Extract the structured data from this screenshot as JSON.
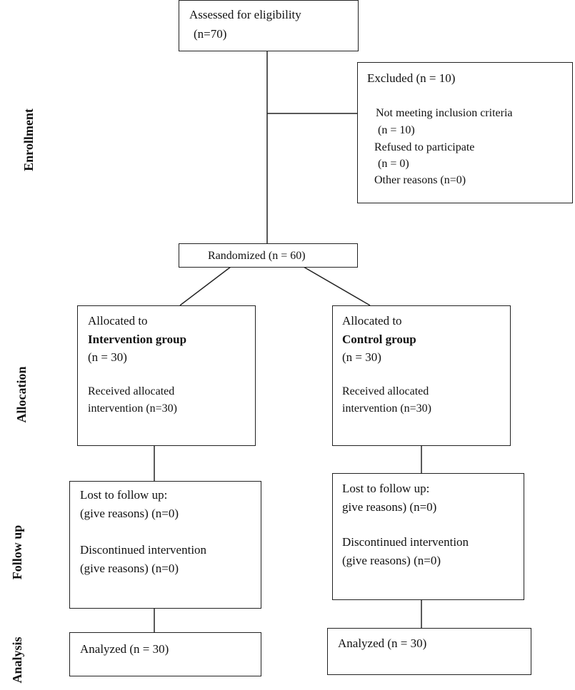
{
  "stages": {
    "enrollment": "Enrollment",
    "allocation": "Allocation",
    "follow_up": "Follow up",
    "analysis": "Analysis"
  },
  "assessed": {
    "line1": "Assessed for eligibility",
    "line2": "(n=70)"
  },
  "excluded": {
    "title": "Excluded (n = 10)",
    "reasons": [
      "Not meeting inclusion criteria",
      "(n = 10)",
      "Refused to participate",
      "(n = 0)",
      "Other reasons (n=0)"
    ]
  },
  "randomized": "Randomized (n = 60)",
  "intervention": {
    "allocated": {
      "line1": "Allocated to",
      "group": "Intervention group",
      "count": "(n = 30)",
      "received1": "Received allocated",
      "received2": "intervention (n=30)"
    },
    "follow_up": {
      "lost1": "Lost to follow up:",
      "lost2": "(give reasons) (n=0)",
      "disc1": "Discontinued intervention",
      "disc2": "(give reasons) (n=0)"
    },
    "analysis": "Analyzed (n = 30)"
  },
  "control": {
    "allocated": {
      "line1": "Allocated to",
      "group": "Control group",
      "count": "(n = 30)",
      "received1": "Received allocated",
      "received2": "intervention (n=30)"
    },
    "follow_up": {
      "lost1": "Lost to follow up:",
      "lost2": "give reasons) (n=0)",
      "disc1": "Discontinued intervention",
      "disc2": "(give reasons) (n=0)"
    },
    "analysis": "Analyzed (n = 30)"
  }
}
